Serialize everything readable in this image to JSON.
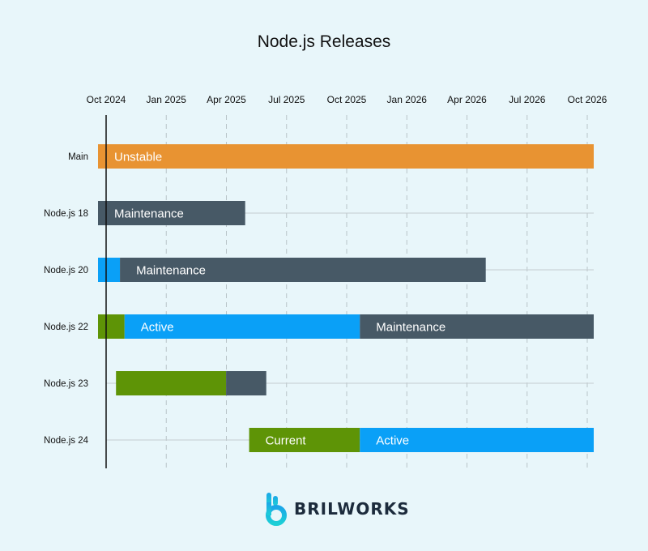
{
  "chart_data": {
    "type": "gantt",
    "title": "Node.js Releases",
    "x_ticks": [
      "Oct 2024",
      "Jan 2025",
      "Apr 2025",
      "Jul 2025",
      "Oct 2025",
      "Jan 2026",
      "Apr 2026",
      "Jul 2026",
      "Oct 2026"
    ],
    "x_range": [
      "2024-10-01",
      "2026-10-01"
    ],
    "grid": "vertical dashed",
    "phase_colors": {
      "Unstable": "#e89332",
      "Maintenance": "#475966",
      "Active": "#0aa0f7",
      "Current": "#5e9406"
    },
    "rows": [
      {
        "label": "Main",
        "segments": [
          {
            "phase": "Unstable",
            "label": "Unstable",
            "start": "2024-10-01",
            "end": "2026-10-15"
          }
        ]
      },
      {
        "label": "Node.js 18",
        "segments": [
          {
            "phase": "Maintenance",
            "label": "Maintenance",
            "start": "2024-10-01",
            "end": "2025-04-30"
          }
        ]
      },
      {
        "label": "Node.js 20",
        "segments": [
          {
            "phase": "Active",
            "label": "",
            "start": "2024-10-01",
            "end": "2024-10-22"
          },
          {
            "phase": "Maintenance",
            "label": "Maintenance",
            "start": "2024-10-22",
            "end": "2026-04-30"
          }
        ]
      },
      {
        "label": "Node.js 22",
        "segments": [
          {
            "phase": "Current",
            "label": "",
            "start": "2024-10-01",
            "end": "2024-10-29"
          },
          {
            "phase": "Active",
            "label": "Active",
            "start": "2024-10-29",
            "end": "2025-10-21"
          },
          {
            "phase": "Maintenance",
            "label": "Maintenance",
            "start": "2025-10-21",
            "end": "2026-10-15"
          }
        ]
      },
      {
        "label": "Node.js 23",
        "segments": [
          {
            "phase": "Current",
            "label": "",
            "start": "2024-10-16",
            "end": "2025-04-01"
          },
          {
            "phase": "Maintenance",
            "label": "",
            "start": "2025-04-01",
            "end": "2025-06-01"
          }
        ]
      },
      {
        "label": "Node.js 24",
        "segments": [
          {
            "phase": "Current",
            "label": "Current",
            "start": "2025-05-06",
            "end": "2025-10-21"
          },
          {
            "phase": "Active",
            "label": "Active",
            "start": "2025-10-21",
            "end": "2026-10-15"
          }
        ]
      }
    ]
  },
  "brand": {
    "name": "BRILWORKS",
    "logo_color_top": "#1ba6e8",
    "logo_color_bottom": "#1ccfd6"
  }
}
